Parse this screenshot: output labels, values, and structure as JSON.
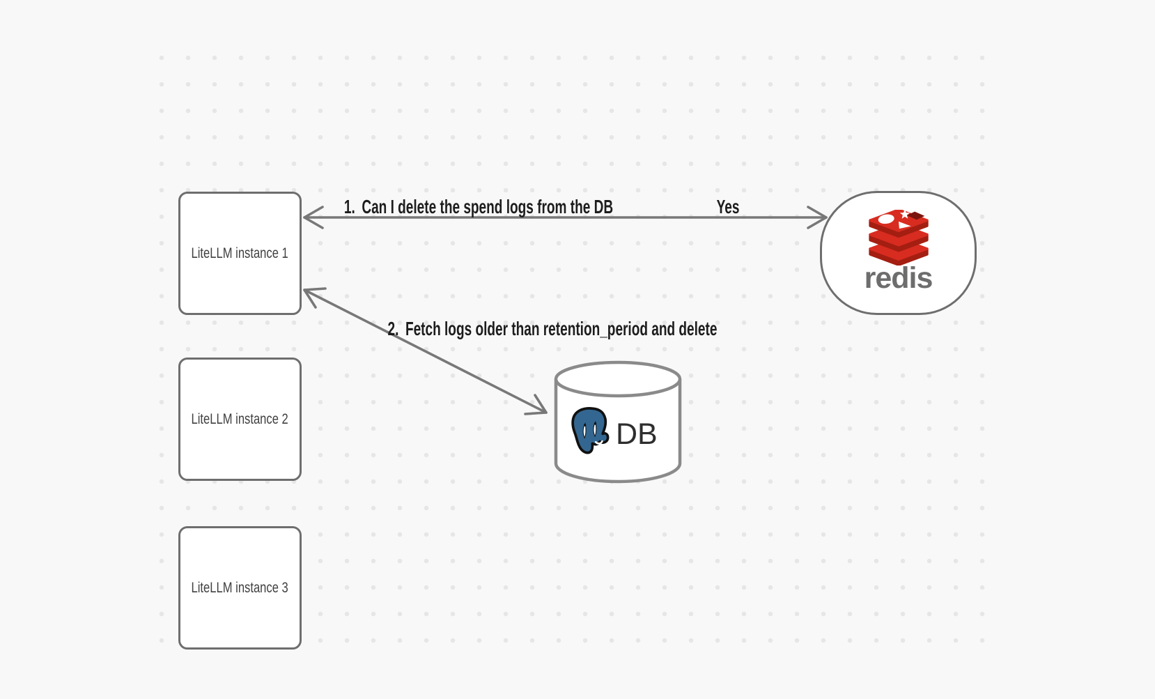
{
  "diagram": {
    "instances": [
      {
        "label": "LiteLLM instance 1"
      },
      {
        "label": "LiteLLM instance 2"
      },
      {
        "label": "LiteLLM instance 3"
      }
    ],
    "redis": {
      "wordmark": "redis"
    },
    "db": {
      "label": "DB"
    },
    "messages": {
      "step1": {
        "number": "1.",
        "text": "Can I delete the spend logs from the DB",
        "response": "Yes"
      },
      "step2": {
        "number": "2.",
        "text": "Fetch logs older than retention_period and delete"
      }
    },
    "icons": {
      "redis": "redis-logo-icon",
      "postgres": "postgresql-elephant-icon"
    },
    "colors": {
      "background": "#f8f8f8",
      "grid_dot": "#e6e6e6",
      "node_border": "#6e6e6e",
      "node_fill": "#ffffff",
      "arrow": "#787878",
      "edge_label_text": "#1d1d1d",
      "box_label_text": "#3f3f3f",
      "redis_red": "#d82c20",
      "redis_dark_red": "#a41e11",
      "redis_notch": "#7a150d",
      "redis_wordmark": "#6d6d6d",
      "postgres_blue": "#336791",
      "db_text": "#2e2e2e",
      "cylinder_border": "#8a8a8a"
    }
  }
}
